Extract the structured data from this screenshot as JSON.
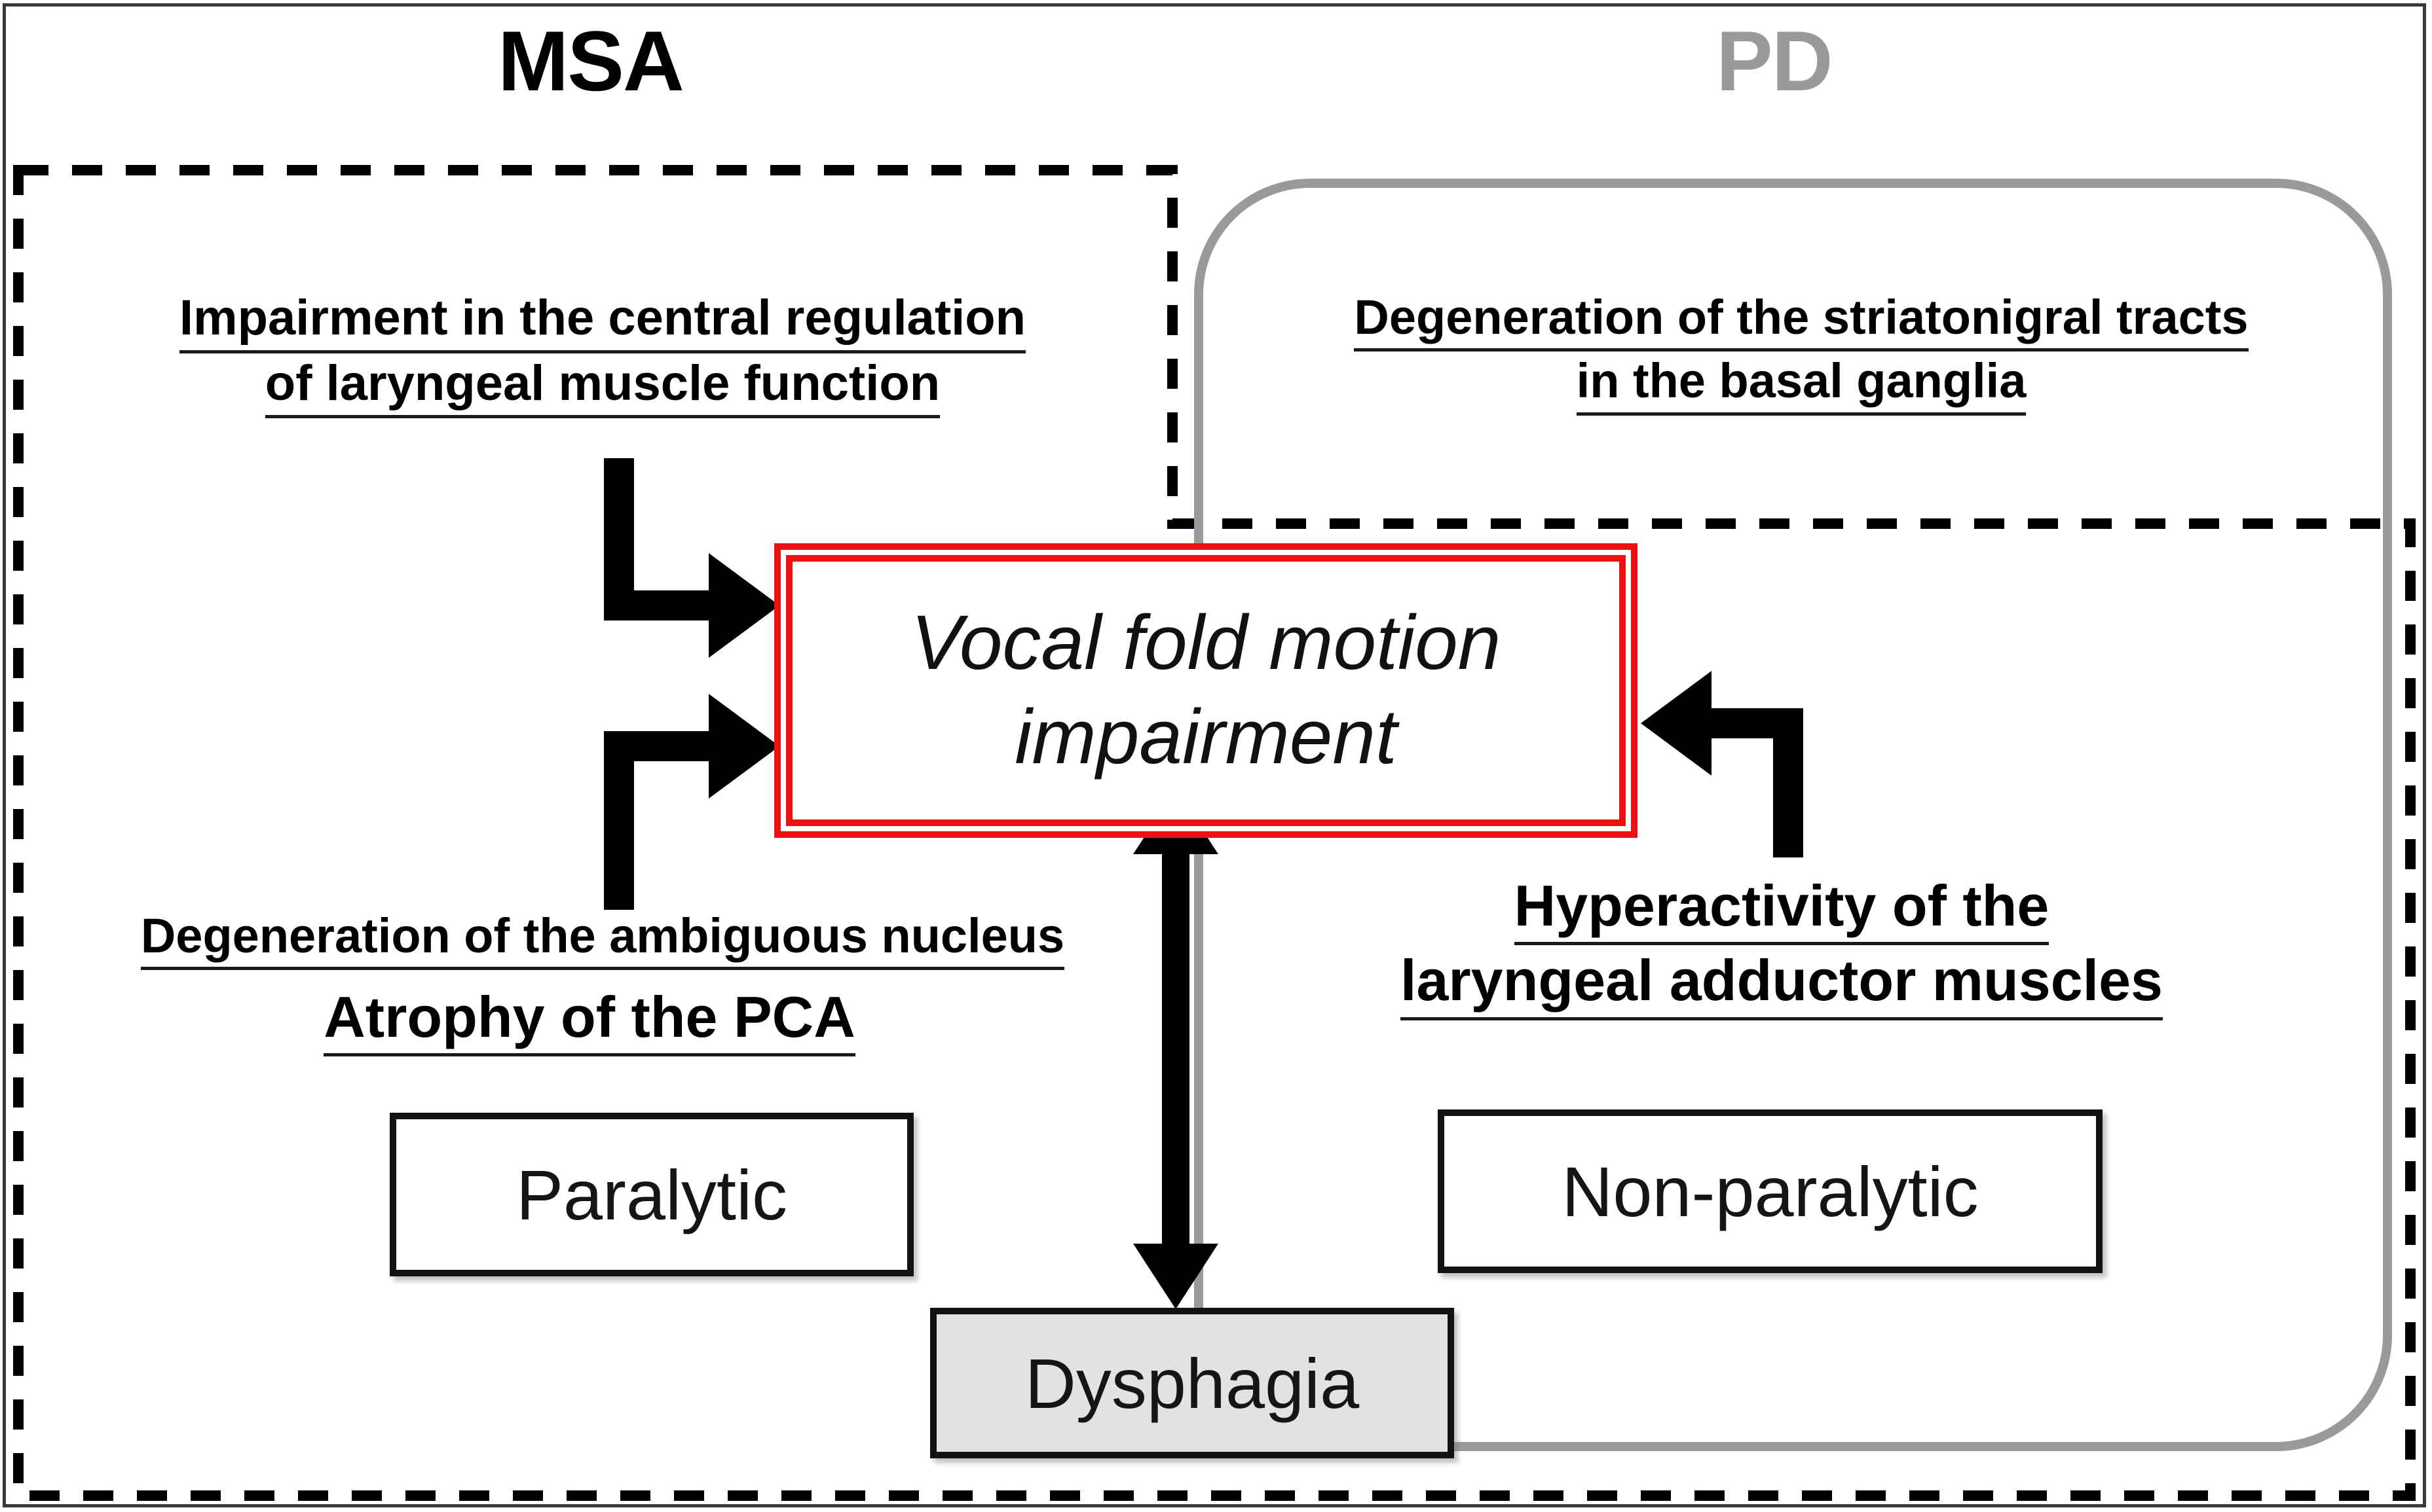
{
  "diagram": {
    "title_msa": "MSA",
    "title_pd": "PD",
    "groups": [
      {
        "name": "msa-group",
        "label": "MSA",
        "style": "dashed-black-rectangle",
        "color": "#000000"
      },
      {
        "name": "pd-group",
        "label": "PD",
        "style": "solid-gray-rounded-rectangle",
        "color": "#9a9a9a"
      }
    ],
    "central_node": {
      "label": "Vocal fold motion\nimpairment",
      "line1": "Vocal fold motion",
      "line2": "impairment",
      "border_color": "#ee1111",
      "border_style": "double"
    },
    "causes": [
      {
        "id": "msa-central-regulation",
        "group": "MSA",
        "line1": "Impairment in the central regulation",
        "line2": "of laryngeal muscle function"
      },
      {
        "id": "pd-striatonigral",
        "group": "PD",
        "line1": "Degeneration of the striatonigral tracts",
        "line2": "in the basal ganglia"
      },
      {
        "id": "msa-ambiguous-nucleus",
        "group": "MSA",
        "line1": "Degeneration of the ambiguous nucleus",
        "line2": ""
      },
      {
        "id": "msa-pca-atrophy",
        "group": "MSA",
        "line1": "Atrophy of the PCA",
        "line2": ""
      },
      {
        "id": "pd-laryngeal-hyperactivity",
        "group": "PD",
        "line1": "Hyperactivity of the",
        "line2": "laryngeal adductor muscles"
      }
    ],
    "outcomes": [
      {
        "id": "paralytic",
        "label": "Paralytic",
        "fill": "#ffffff"
      },
      {
        "id": "non-paralytic",
        "label": "Non-paralytic",
        "fill": "#ffffff"
      },
      {
        "id": "dysphagia",
        "label": "Dysphagia",
        "fill": "#e2e2e2"
      }
    ],
    "edges": [
      {
        "from": "msa-central-regulation",
        "to": "central_node",
        "style": "elbow-arrow",
        "direction": "down-then-right"
      },
      {
        "from": "msa-ambiguous-nucleus",
        "to": "central_node",
        "style": "elbow-arrow",
        "direction": "up-then-right"
      },
      {
        "from": "pd-laryngeal-hyperactivity",
        "to": "central_node",
        "style": "elbow-arrow",
        "direction": "up-then-left"
      },
      {
        "from": "central_node",
        "to": "dysphagia",
        "style": "double-headed-arrow",
        "direction": "vertical"
      }
    ],
    "colors": {
      "accent_red": "#ee1111",
      "pd_gray": "#9a9a9a",
      "arrow_black": "#000000",
      "dysphagia_fill": "#e2e2e2"
    }
  }
}
